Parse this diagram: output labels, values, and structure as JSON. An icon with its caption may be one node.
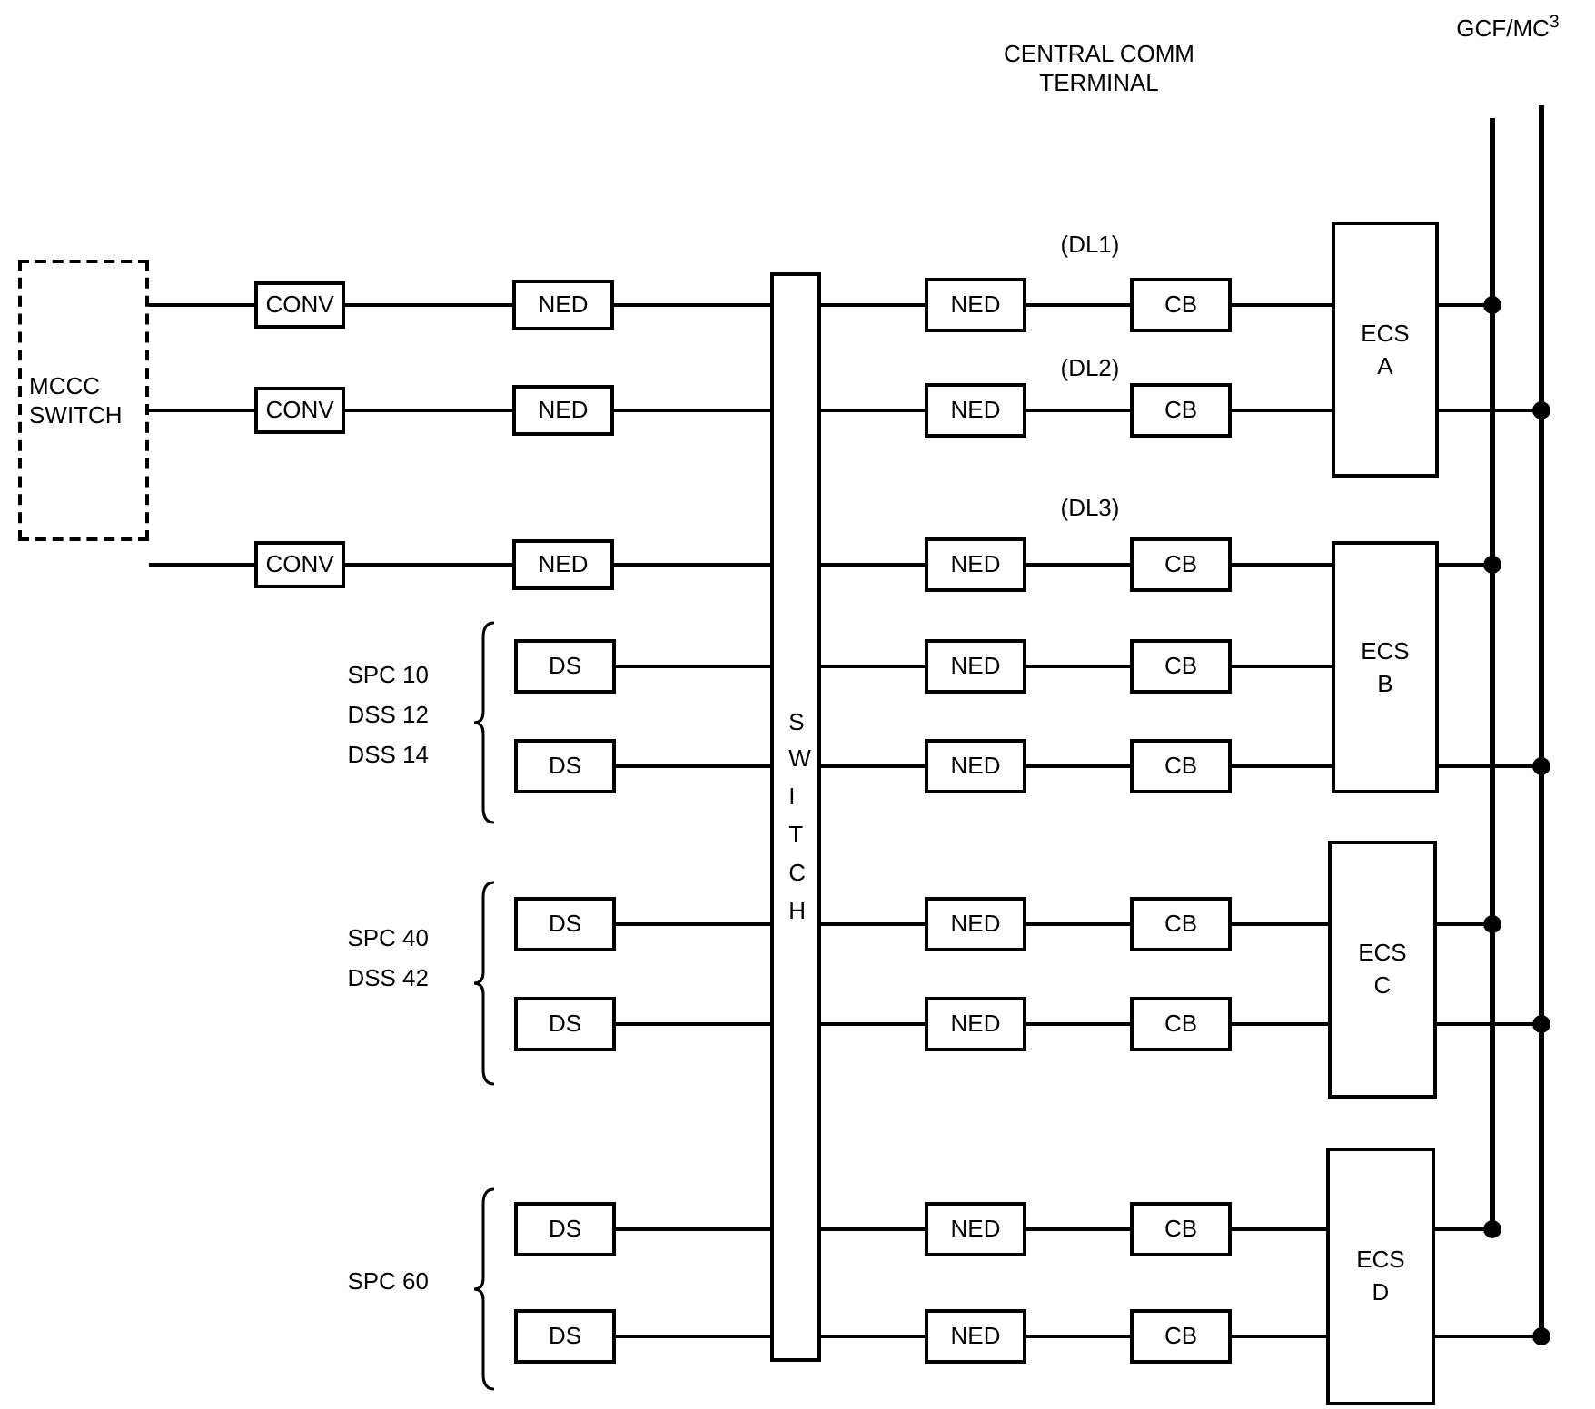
{
  "diagram": {
    "nodes": [
      {
        "text": [
          "MCCC SWITCH"
        ]
      },
      {
        "text": [
          "CONV"
        ]
      },
      {
        "text": [
          "CONV"
        ]
      },
      {
        "text": [
          "CONV"
        ]
      },
      {
        "text": [
          "NED"
        ]
      },
      {
        "text": [
          "NED"
        ]
      },
      {
        "text": [
          "NED"
        ]
      },
      {
        "text": [
          "DS"
        ]
      },
      {
        "text": [
          "DS"
        ]
      },
      {
        "text": [
          "DS"
        ]
      },
      {
        "text": [
          "DS"
        ]
      },
      {
        "text": [
          "DS"
        ]
      },
      {
        "text": [
          "DS"
        ]
      },
      {
        "text": [
          "SWITCH"
        ]
      },
      {
        "text": [
          "NED"
        ]
      },
      {
        "text": [
          "NED"
        ]
      },
      {
        "text": [
          "NED"
        ]
      },
      {
        "text": [
          "NED"
        ]
      },
      {
        "text": [
          "NED"
        ]
      },
      {
        "text": [
          "NED"
        ]
      },
      {
        "text": [
          "NED"
        ]
      },
      {
        "text": [
          "NED"
        ]
      },
      {
        "text": [
          "NED"
        ]
      },
      {
        "text": [
          "CB"
        ]
      },
      {
        "text": [
          "CB"
        ]
      },
      {
        "text": [
          "CB"
        ]
      },
      {
        "text": [
          "CB"
        ]
      },
      {
        "text": [
          "CB"
        ]
      },
      {
        "text": [
          "CB"
        ]
      },
      {
        "text": [
          "CB"
        ]
      },
      {
        "text": [
          "CB"
        ]
      },
      {
        "text": [
          "CB"
        ]
      },
      {
        "text": [
          "ECS A"
        ]
      },
      {
        "text": [
          "ECS B"
        ]
      },
      {
        "text": [
          "ECS C"
        ]
      },
      {
        "text": [
          "ECS D"
        ]
      },
      {
        "text": [],
        "shape": "bar"
      },
      {
        "text": [],
        "shape": "bar"
      }
    ],
    "edges": [
      {
        "from": 0,
        "to": 1,
        "arrow": "none"
      },
      {
        "from": 0,
        "to": 2,
        "arrow": "none"
      },
      {
        "from": 0,
        "to": 3,
        "arrow": "none"
      },
      {
        "from": 1,
        "to": 4,
        "arrow": "none"
      },
      {
        "from": 2,
        "to": 5,
        "arrow": "none"
      },
      {
        "from": 3,
        "to": 6,
        "arrow": "none"
      },
      {
        "from": 4,
        "to": 13,
        "arrow": "none"
      },
      {
        "from": 5,
        "to": 13,
        "arrow": "none"
      },
      {
        "from": 6,
        "to": 13,
        "arrow": "none"
      },
      {
        "from": 7,
        "to": 13,
        "arrow": "none"
      },
      {
        "from": 8,
        "to": 13,
        "arrow": "none"
      },
      {
        "from": 9,
        "to": 13,
        "arrow": "none"
      },
      {
        "from": 10,
        "to": 13,
        "arrow": "none"
      },
      {
        "from": 11,
        "to": 13,
        "arrow": "none"
      },
      {
        "from": 12,
        "to": 13,
        "arrow": "none"
      },
      {
        "from": 13,
        "to": 14,
        "arrow": "none"
      },
      {
        "from": 13,
        "to": 15,
        "arrow": "none"
      },
      {
        "from": 13,
        "to": 16,
        "arrow": "none"
      },
      {
        "from": 13,
        "to": 17,
        "arrow": "none"
      },
      {
        "from": 13,
        "to": 18,
        "arrow": "none"
      },
      {
        "from": 13,
        "to": 19,
        "arrow": "none"
      },
      {
        "from": 13,
        "to": 20,
        "arrow": "none"
      },
      {
        "from": 13,
        "to": 21,
        "arrow": "none"
      },
      {
        "from": 13,
        "to": 22,
        "arrow": "none"
      },
      {
        "from": 14,
        "to": 23,
        "arrow": "none"
      },
      {
        "from": 15,
        "to": 24,
        "arrow": "none"
      },
      {
        "from": 16,
        "to": 25,
        "arrow": "none"
      },
      {
        "from": 17,
        "to": 26,
        "arrow": "none"
      },
      {
        "from": 18,
        "to": 27,
        "arrow": "none"
      },
      {
        "from": 19,
        "to": 28,
        "arrow": "none"
      },
      {
        "from": 20,
        "to": 29,
        "arrow": "none"
      },
      {
        "from": 21,
        "to": 30,
        "arrow": "none"
      },
      {
        "from": 22,
        "to": 31,
        "arrow": "none"
      },
      {
        "from": 23,
        "to": 32,
        "arrow": "none"
      },
      {
        "from": 24,
        "to": 32,
        "arrow": "none"
      },
      {
        "from": 25,
        "to": 33,
        "arrow": "none"
      },
      {
        "from": 26,
        "to": 33,
        "arrow": "none"
      },
      {
        "from": 27,
        "to": 33,
        "arrow": "none"
      },
      {
        "from": 28,
        "to": 34,
        "arrow": "none"
      },
      {
        "from": 29,
        "to": 34,
        "arrow": "none"
      },
      {
        "from": 30,
        "to": 35,
        "arrow": "none"
      },
      {
        "from": 31,
        "to": 35,
        "arrow": "none"
      },
      {
        "from": 32,
        "to": 36,
        "arrow": "other"
      },
      {
        "from": 32,
        "to": 37,
        "arrow": "other"
      },
      {
        "from": 33,
        "to": 36,
        "arrow": "other"
      },
      {
        "from": 33,
        "to": 37,
        "arrow": "other"
      },
      {
        "from": 34,
        "to": 36,
        "arrow": "other"
      },
      {
        "from": 34,
        "to": 37,
        "arrow": "other"
      },
      {
        "from": 35,
        "to": 36,
        "arrow": "other"
      },
      {
        "from": 35,
        "to": 37,
        "arrow": "other"
      }
    ],
    "labels": [
      "CENTRAL COMM TERMINAL",
      "GCF/MC$^{3}$",
      "(DL1)",
      "(DL2)",
      "(DL3)",
      "SPC 10",
      "DSS 12",
      "DSS 14",
      "SPC 40",
      "DSS 42",
      "SPC 60"
    ]
  }
}
